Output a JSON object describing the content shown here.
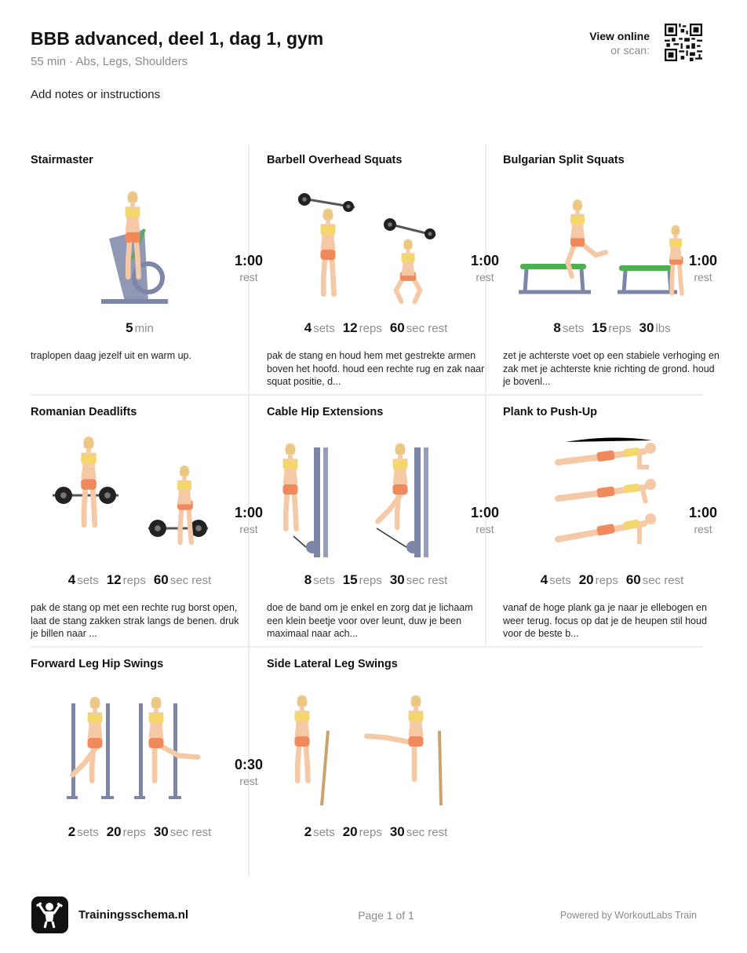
{
  "header": {
    "title": "BBB advanced, deel 1, dag 1, gym",
    "subtitle": "55 min · Abs, Legs, Shoulders",
    "notes": "Add notes or instructions",
    "view_online": "View online",
    "or_scan": "or scan:"
  },
  "exercises": [
    {
      "name": "Stairmaster",
      "stats": [
        {
          "v": "5",
          "u": "min"
        }
      ],
      "desc": "traplopen daag jezelf uit en warm up.",
      "rest": {
        "time": "1:00",
        "label": "rest"
      }
    },
    {
      "name": "Barbell Overhead Squats",
      "stats": [
        {
          "v": "4",
          "u": "sets"
        },
        {
          "v": "12",
          "u": "reps"
        },
        {
          "v": "60",
          "u": "sec rest"
        }
      ],
      "desc": "pak de stang en houd hem met gestrekte armen boven het hoofd. houd een rechte rug en zak naar squat positie, d...",
      "rest": {
        "time": "1:00",
        "label": "rest"
      }
    },
    {
      "name": "Bulgarian Split Squats",
      "stats": [
        {
          "v": "8",
          "u": "sets"
        },
        {
          "v": "15",
          "u": "reps"
        },
        {
          "v": "30",
          "u": "lbs"
        }
      ],
      "desc": "zet je achterste voet op een stabiele verhoging en zak met je achterste knie richting de grond. houd je bovenl...",
      "rest": {
        "time": "1:00",
        "label": "rest"
      }
    },
    {
      "name": "Romanian Deadlifts",
      "stats": [
        {
          "v": "4",
          "u": "sets"
        },
        {
          "v": "12",
          "u": "reps"
        },
        {
          "v": "60",
          "u": "sec rest"
        }
      ],
      "desc": "pak de stang op met een rechte rug borst open, laat de stang zakken strak langs de benen. druk je billen naar ...",
      "rest": {
        "time": "1:00",
        "label": "rest"
      }
    },
    {
      "name": "Cable Hip Extensions",
      "stats": [
        {
          "v": "8",
          "u": "sets"
        },
        {
          "v": "15",
          "u": "reps"
        },
        {
          "v": "30",
          "u": "sec rest"
        }
      ],
      "desc": "doe de band om je enkel en zorg dat je lichaam een klein beetje voor over leunt, duw je been maximaal naar ach...",
      "rest": {
        "time": "1:00",
        "label": "rest"
      }
    },
    {
      "name": "Plank to Push-Up",
      "stats": [
        {
          "v": "4",
          "u": "sets"
        },
        {
          "v": "20",
          "u": "reps"
        },
        {
          "v": "60",
          "u": "sec rest"
        }
      ],
      "desc": "vanaf de hoge plank ga je naar je ellebogen en weer terug. focus op dat je de heupen stil houd voor de beste b...",
      "rest": {
        "time": "1:00",
        "label": "rest"
      }
    },
    {
      "name": "Forward Leg Hip Swings",
      "stats": [
        {
          "v": "2",
          "u": "sets"
        },
        {
          "v": "20",
          "u": "reps"
        },
        {
          "v": "30",
          "u": "sec rest"
        }
      ],
      "desc": "",
      "rest": {
        "time": "0:30",
        "label": "rest"
      }
    },
    {
      "name": "Side Lateral Leg Swings",
      "stats": [
        {
          "v": "2",
          "u": "sets"
        },
        {
          "v": "20",
          "u": "reps"
        },
        {
          "v": "30",
          "u": "sec rest"
        }
      ],
      "desc": "",
      "rest": null
    }
  ],
  "footer": {
    "brand": "Trainingsschema.nl",
    "page": "Page 1 of 1",
    "powered": "Powered by WorkoutLabs Train"
  },
  "colors": {
    "skin": "#f5c9a6",
    "shorts": "#f08a5d",
    "top": "#f3d76b",
    "equipment": "#7e86a8",
    "bench": "#4caf50",
    "hair": "#e8c77d"
  }
}
